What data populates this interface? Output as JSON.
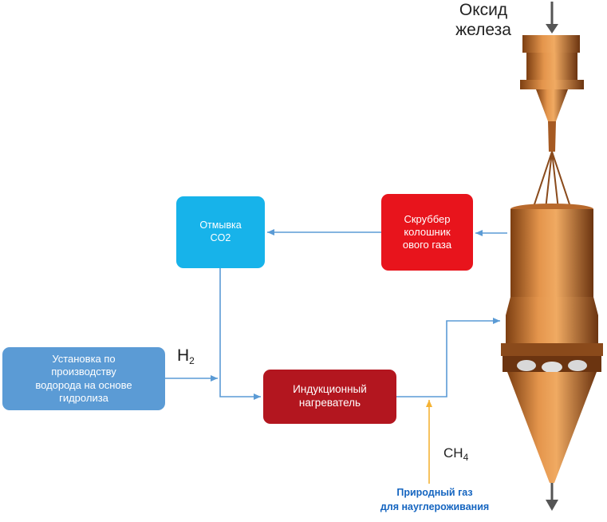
{
  "labels": {
    "iron_oxide": "Оксид\nжелеза",
    "h2_main": "H",
    "h2_sub": "2",
    "ch4_main": "CH",
    "ch4_sub": "4",
    "natural_gas": "Природный газ\nдля науглероживания"
  },
  "boxes": {
    "co2_wash": "Отмывка\nCO2",
    "scrubber": "Скруббер\nколошник\nового газа",
    "hydrogen_plant": "Установка по\nпроизводству\nводорода на основе\nгидролиза",
    "induction_heater": "Индукционный\nнагреватель"
  },
  "colors": {
    "co2_box": "#17b3ea",
    "scrubber_box": "#e8141c",
    "hydrogen_box": "#5b9bd5",
    "heater_box": "#b3161f",
    "flow_line": "#5b9bd5",
    "gas_line": "#f5b335",
    "furnace": "#c2702c"
  }
}
